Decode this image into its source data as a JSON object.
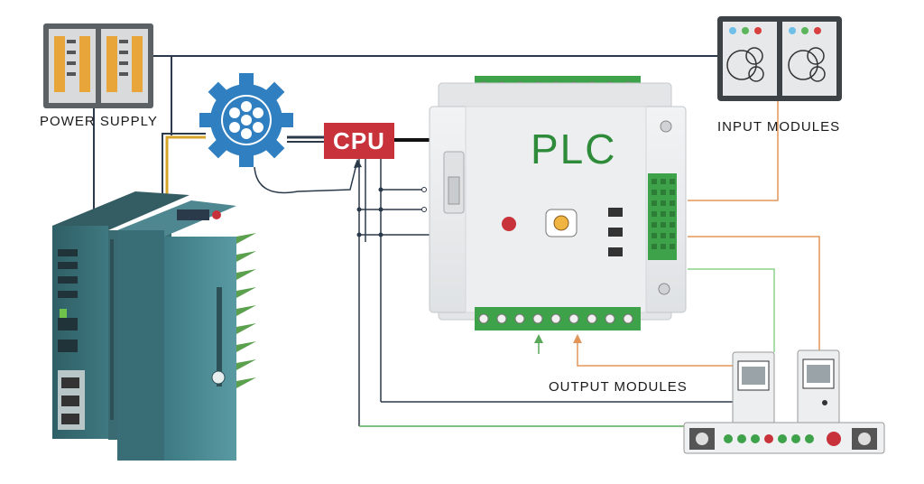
{
  "labels": {
    "power_supply": "POWER  SUPPLY",
    "input_modules": "INPUT  MODULES",
    "output_modules": "OUTPUT  MODULES",
    "cpu": "CPU",
    "plc": "PLC"
  },
  "colors": {
    "plc_body": "#e9ebec",
    "plc_text": "#2e8b3a",
    "terminal_green": "#3ea24a",
    "cpu_red": "#c8323a",
    "gear_blue": "#2f7fc1",
    "server_teal": "#4a8a92",
    "wire_dark": "#2b3a4a",
    "wire_orange": "#e0955a",
    "wire_green": "#8cd28c"
  },
  "icons": [
    "gear-icon",
    "server-unit-icon",
    "power-supply-icon",
    "input-module-icon",
    "output-module-icon",
    "relay-rail-icon"
  ]
}
